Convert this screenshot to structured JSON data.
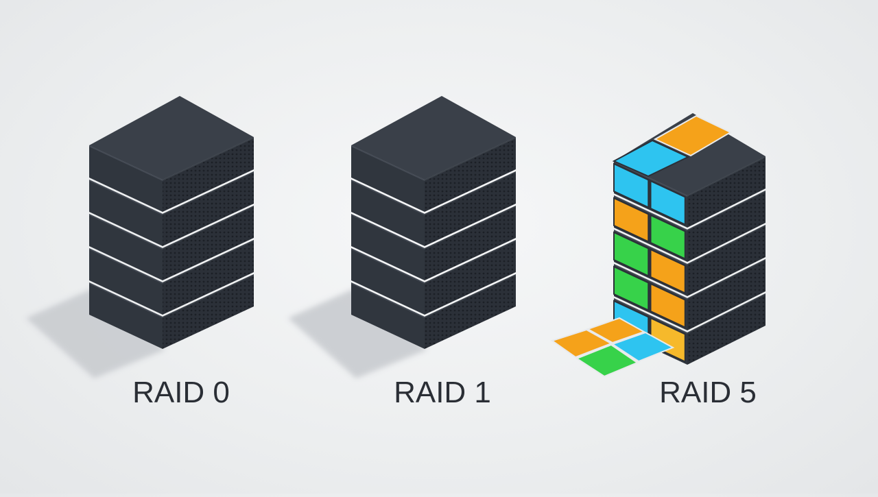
{
  "diagram": {
    "colors": {
      "background": "#eceeef",
      "disk_top": "#3a4049",
      "disk_front": "#30363e",
      "disk_side": "#2b3038",
      "grille_dot": "#1c2026",
      "shadow": "#c9ccd0",
      "block_blue": "#2ec4f0",
      "block_orange": "#f5a21a",
      "block_green": "#37d24a",
      "block_yellow": "#f6b92b"
    },
    "arrays": [
      {
        "label": "RAID 0",
        "disks": 5,
        "parity_blocks": false
      },
      {
        "label": "RAID 1",
        "disks": 5,
        "parity_blocks": false
      },
      {
        "label": "RAID 5",
        "disks": 5,
        "parity_blocks": true
      }
    ],
    "raid5_block_colors": {
      "left_column": [
        "blue",
        "orange",
        "green",
        "green",
        "blue"
      ],
      "right_column": [
        "blue",
        "green",
        "orange",
        "orange",
        "yellow"
      ],
      "top_tiles": [
        "blue",
        "orange"
      ],
      "floor_tiles": [
        "orange",
        "orange",
        "blue",
        "green"
      ]
    }
  }
}
